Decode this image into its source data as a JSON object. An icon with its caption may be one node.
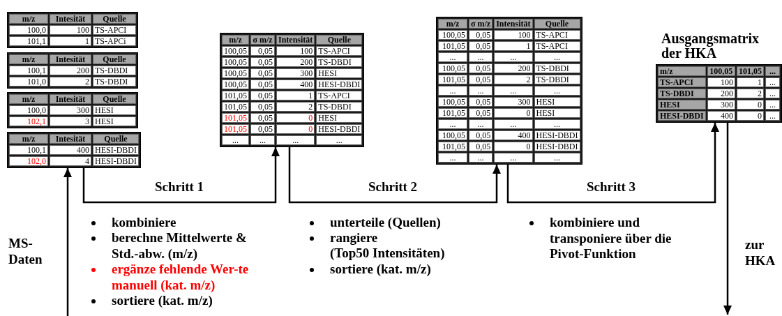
{
  "diagram": {
    "nodes": [
      {
        "text": [
          "m/z",
          "Intesität",
          "Quelle",
          "100,0",
          "100",
          "TS-APCI",
          "101,1",
          "1",
          "TS-APCi"
        ]
      },
      {
        "text": [
          "m/z",
          "Intesität",
          "Quelle",
          "100,1",
          "200",
          "TS-DBDI",
          "101,0",
          "2",
          "TS-DBDI"
        ]
      },
      {
        "text": [
          "m/z",
          "Intesität",
          "Quelle",
          "100,0",
          "300",
          "HESI",
          "102,1",
          "3",
          "HESI"
        ]
      },
      {
        "text": [
          "m/z",
          "Intesität",
          "Quelle",
          "100,1",
          "400",
          "HESI-DBDI",
          "102,0",
          "4",
          "HESI-DBDI"
        ]
      },
      {
        "text": [
          "m/z",
          "σ m/z",
          "Intensität",
          "Quelle",
          "100,05",
          "0,05",
          "100",
          "TS-APCI",
          "100,05",
          "0,05",
          "200",
          "TS-DBDI",
          "100,05",
          "0,05",
          "300",
          "HESI",
          "100,05",
          "0,05",
          "400",
          "HESI-DBDI",
          "101,05",
          "0,05",
          "1",
          "TS-APCI",
          "101,05",
          "0,05",
          "2",
          "TS-DBDI",
          "101,05",
          "0,05",
          "0",
          "HESI",
          "101,05",
          "0,05",
          "0",
          "HESI-DBDI",
          "...",
          "...",
          "...",
          "..."
        ]
      },
      {
        "text": [
          "m/z",
          "σ m/z",
          "Intensität",
          "Quelle",
          "100,05",
          "0,05",
          "100",
          "TS-APCI",
          "101,05",
          "0,05",
          "1",
          "TS-APCI",
          "...",
          "...",
          "...",
          "...",
          "100,05",
          "0,05",
          "200",
          "TS-DBDI",
          "101,05",
          "0,05",
          "2",
          "TS-DBDI",
          "...",
          "...",
          "...",
          "...",
          "100,05",
          "0,05",
          "300",
          "HESI",
          "101,05",
          "0,05",
          "0",
          "HESI",
          "...",
          "...",
          "...",
          "...",
          "100,05",
          "0,05",
          "400",
          "HESI-DBDI",
          "101,05",
          "0,05",
          "0",
          "HESI-DBDI",
          "...",
          "...",
          "...",
          "..."
        ]
      },
      {
        "text": [
          "Ausgangsmatrix der HKA",
          "m/z",
          "100,05",
          "101,05",
          "...",
          "TS-APCI",
          "100",
          "1",
          "...",
          "TS-DBDI",
          "200",
          "2",
          "...",
          "HESI",
          "300",
          "0",
          "...",
          "HESI-DBDI",
          "400",
          "0",
          "..."
        ]
      }
    ],
    "edges": [
      {
        "from": null,
        "to": 3,
        "arrow": "to"
      },
      {
        "from": 3,
        "to": 4,
        "arrow": "to",
        "label": "Schritt 1"
      },
      {
        "from": 4,
        "to": 5,
        "arrow": "to",
        "label": "Schritt 2"
      },
      {
        "from": 5,
        "to": 6,
        "arrow": "to",
        "label": "Schritt 3"
      },
      {
        "from": 6,
        "to": null,
        "arrow": "to"
      }
    ],
    "labels": [
      "MS-Daten",
      "kombiniere",
      "berechne Mittelwerte & Std.-abw. (m/z)",
      "ergänze fehlende Wer-te manuell (kat. m/z)",
      "sortiere (kat. m/z)",
      "unterteile (Quellen)",
      "rangiere",
      "(Top50 Intensitäten)",
      "sortiere (kat. m/z)",
      "kombiniere und transponiere über die Pivot-Funktion",
      "zur HKA"
    ]
  }
}
